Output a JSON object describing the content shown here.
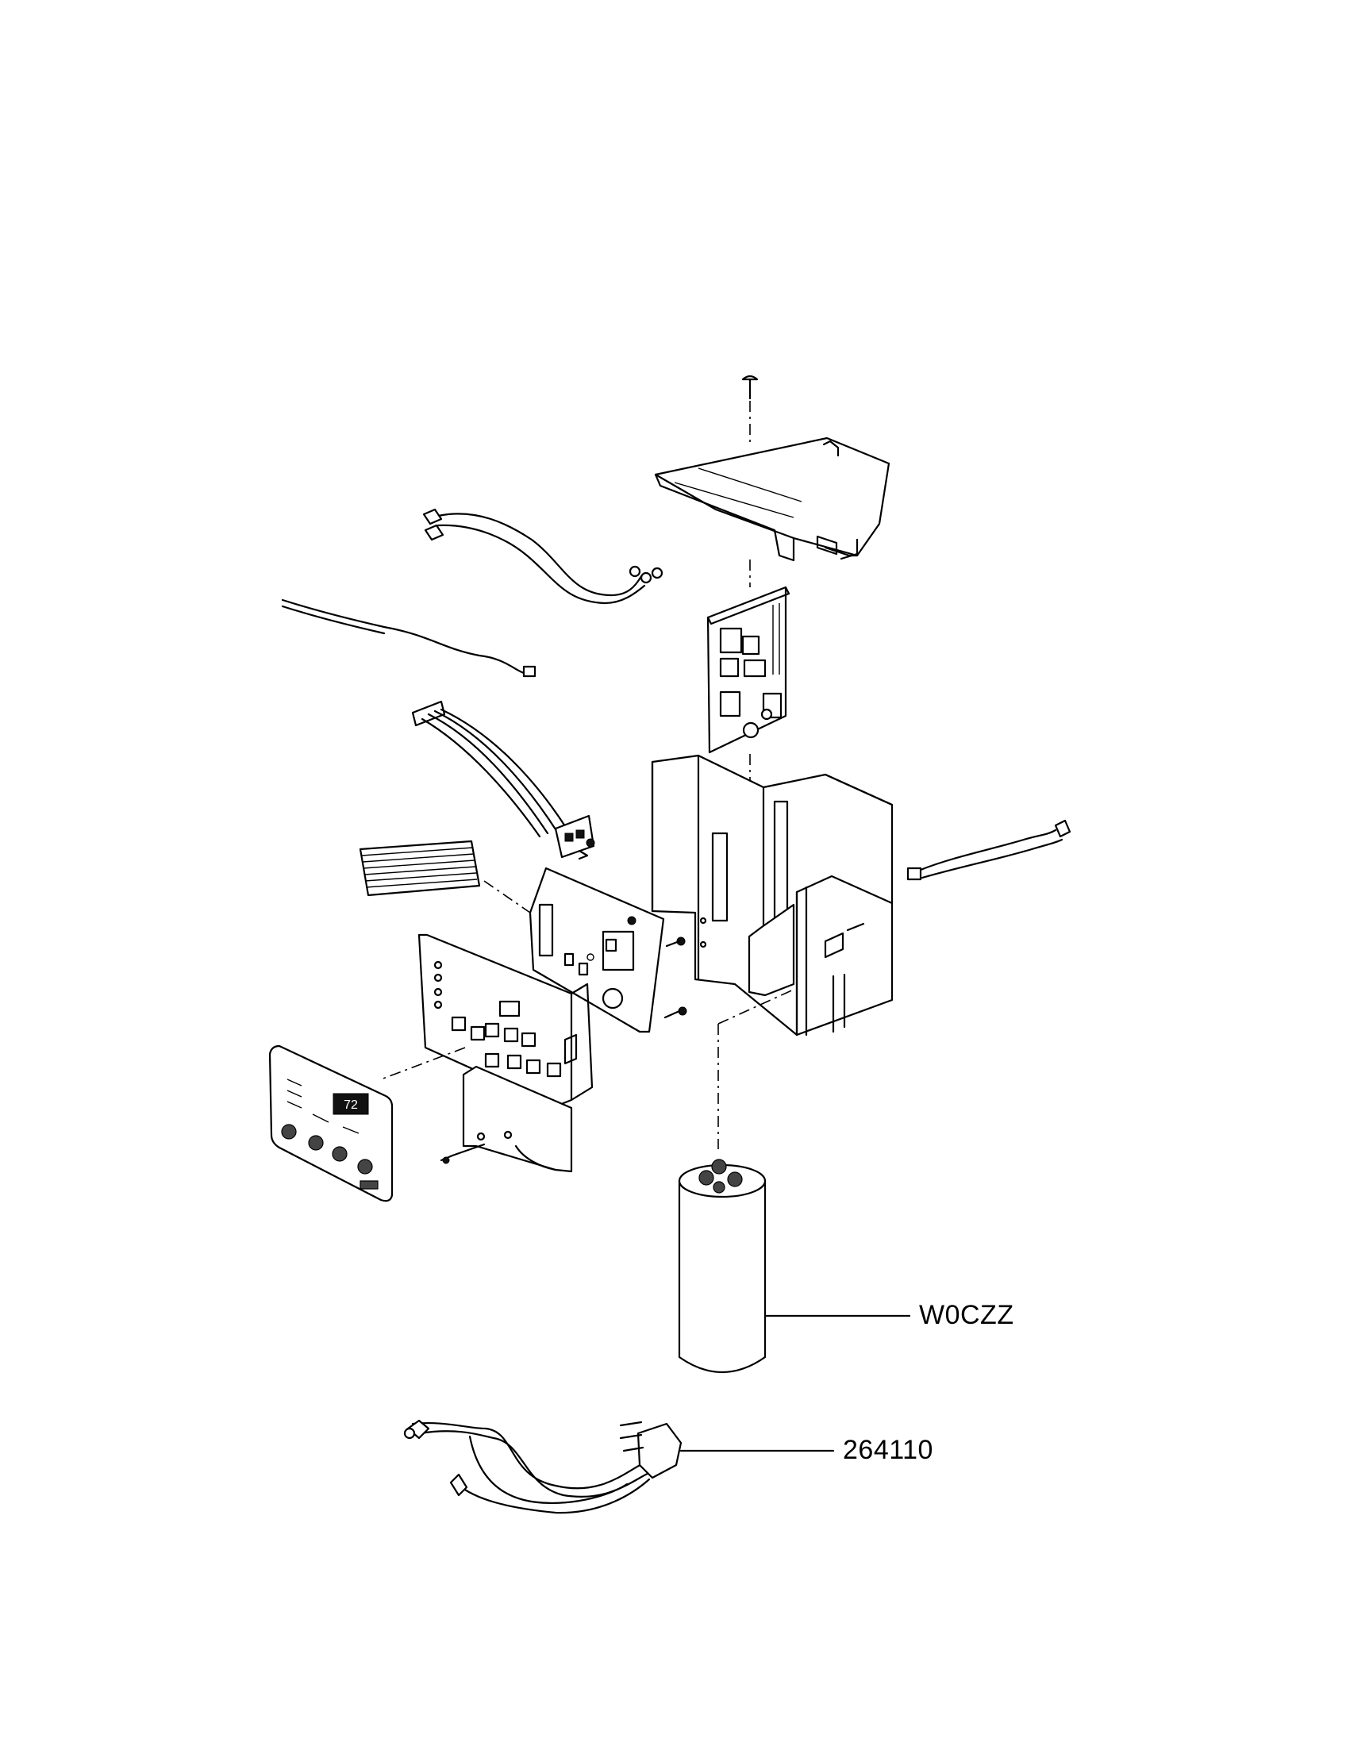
{
  "callouts": {
    "capacitor": "W0CZZ",
    "power_cord": "264110"
  },
  "display_readout": "72",
  "colors": {
    "line": "#000000",
    "background": "#ffffff"
  }
}
